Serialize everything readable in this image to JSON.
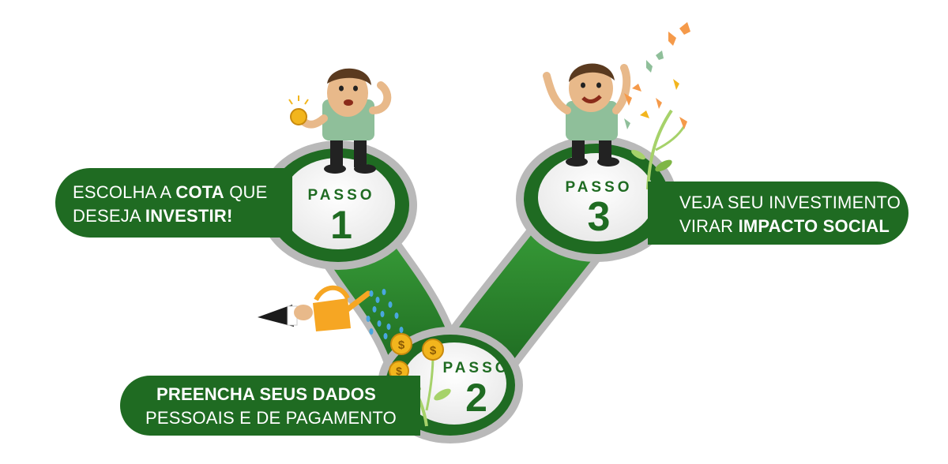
{
  "steps": [
    {
      "word": "PASSO",
      "number": "1",
      "text_parts": [
        "ESCOLHA A ",
        "COTA",
        " QUE",
        "DESEJA ",
        "INVESTIR!"
      ]
    },
    {
      "word": "PASSO",
      "number": "2",
      "text_parts": [
        "PREENCHA SEUS DADOS",
        "PESSOAIS E DE PAGAMENTO"
      ]
    },
    {
      "word": "PASSO",
      "number": "3",
      "text_parts": [
        "VEJA SEU INVESTIMENTO",
        "VIRAR ",
        "IMPACTO SOCIAL"
      ]
    }
  ],
  "coin_symbols": [
    "$",
    "$",
    "$"
  ],
  "colors": {
    "dark_green": "#1f6b22",
    "bright_green": "#2e8b2e",
    "silver": "#bdbdbd",
    "coin_gold": "#f2b51d",
    "can_orange": "#f6a623"
  }
}
